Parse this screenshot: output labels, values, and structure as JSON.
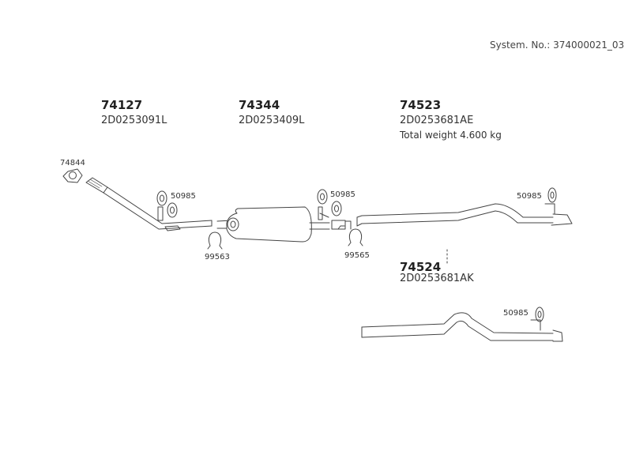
{
  "system_number": "System. No.: 374000021_03",
  "parts": [
    {
      "number": "74127",
      "oem": "2D0253091L"
    },
    {
      "number": "74344",
      "oem": "2D0253409L"
    },
    {
      "number": "74523",
      "oem": "2D0253681AE",
      "note": "Total weight 4.600 kg"
    },
    {
      "number": "74524",
      "oem": "2D0253681AK"
    }
  ],
  "callouts": {
    "gasket": "74844",
    "hanger_1": "50985",
    "hanger_2": "50985",
    "hanger_3": "50985",
    "hanger_4": "50985",
    "clamp_1": "99563",
    "clamp_2": "99565"
  }
}
